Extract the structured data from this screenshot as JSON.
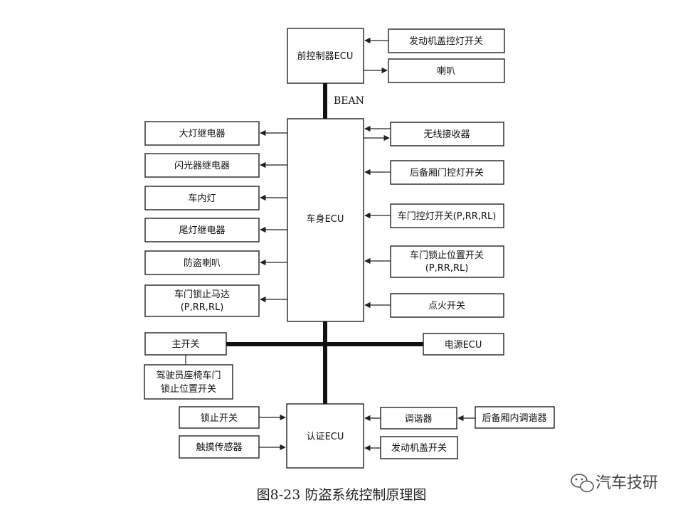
{
  "ecus": {
    "front": "前控制器ECU",
    "body": "车身ECU",
    "auth": "认证ECU",
    "power": "电源ECU"
  },
  "bus_label": "BEAN",
  "front_inputs": [
    "发动机盖控灯开关"
  ],
  "front_outputs": [
    "喇叭"
  ],
  "body_outputs": [
    [
      "大灯继电器"
    ],
    [
      "闪光器继电器"
    ],
    [
      "车内灯"
    ],
    [
      "尾灯继电器"
    ],
    [
      "防盗喇叭"
    ],
    [
      "车门锁止马达",
      "(P,RR,RL)"
    ]
  ],
  "body_inputs": [
    [
      "无线接收器"
    ],
    [
      "后备厢门控灯开关"
    ],
    [
      "车门控灯开关(P,RR,RL)"
    ],
    [
      "车门锁止位置开关",
      "(P,RR,RL)"
    ],
    [
      "点火开关"
    ]
  ],
  "main_switch": "主开关",
  "driver_door": [
    "驾驶员座椅车门",
    "锁止位置开关"
  ],
  "auth_left": [
    "锁止开关",
    "触摸传感器"
  ],
  "auth_right": [
    "调谐器",
    "发动机盖开关"
  ],
  "trunk_tuner": "后备厢内调谐器",
  "caption": "图8-23 防盗系统控制原理图",
  "watermark": "汽车技研",
  "watermark_icon": "wechat-icon"
}
